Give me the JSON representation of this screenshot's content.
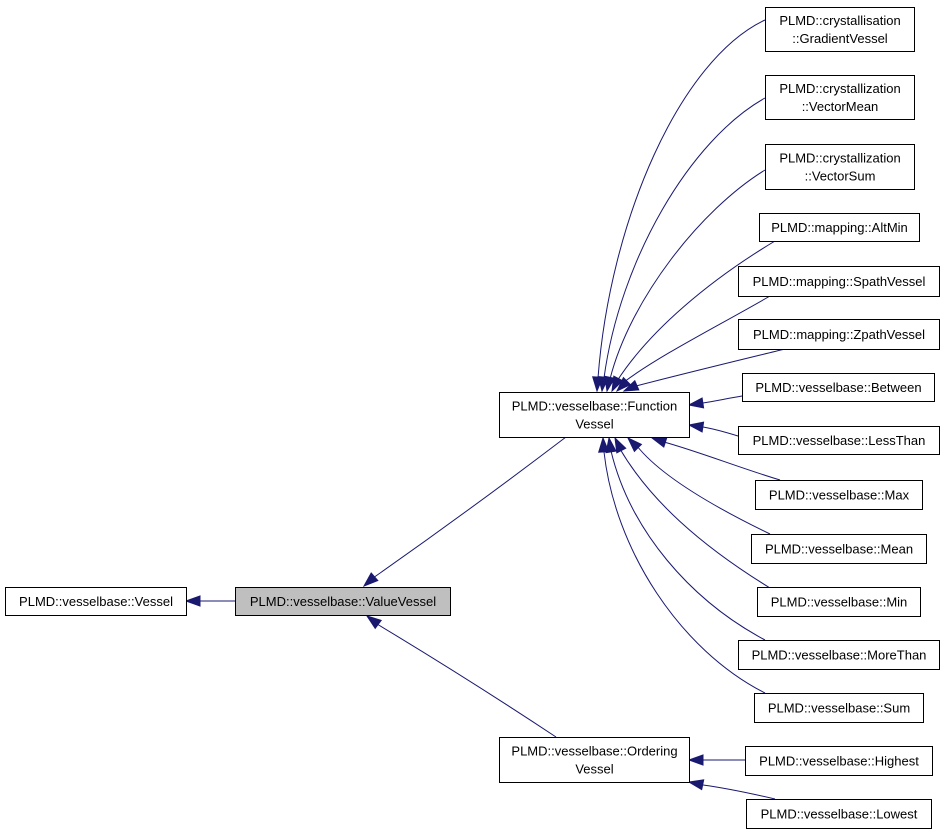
{
  "diagram": {
    "nodes": [
      {
        "id": "vessel",
        "lines": [
          "PLMD::vesselbase::Vessel"
        ]
      },
      {
        "id": "value_vessel",
        "lines": [
          "PLMD::vesselbase::ValueVessel"
        ],
        "highlight": true
      },
      {
        "id": "function_vessel",
        "lines": [
          "PLMD::vesselbase::Function",
          "Vessel"
        ]
      },
      {
        "id": "ordering_vessel",
        "lines": [
          "PLMD::vesselbase::Ordering",
          "Vessel"
        ]
      },
      {
        "id": "gradient_vessel",
        "lines": [
          "PLMD::crystallisation",
          "::GradientVessel"
        ]
      },
      {
        "id": "vector_mean",
        "lines": [
          "PLMD::crystallization",
          "::VectorMean"
        ]
      },
      {
        "id": "vector_sum",
        "lines": [
          "PLMD::crystallization",
          "::VectorSum"
        ]
      },
      {
        "id": "alt_min",
        "lines": [
          "PLMD::mapping::AltMin"
        ]
      },
      {
        "id": "spath_vessel",
        "lines": [
          "PLMD::mapping::SpathVessel"
        ]
      },
      {
        "id": "zpath_vessel",
        "lines": [
          "PLMD::mapping::ZpathVessel"
        ]
      },
      {
        "id": "between",
        "lines": [
          "PLMD::vesselbase::Between"
        ]
      },
      {
        "id": "less_than",
        "lines": [
          "PLMD::vesselbase::LessThan"
        ]
      },
      {
        "id": "max",
        "lines": [
          "PLMD::vesselbase::Max"
        ]
      },
      {
        "id": "mean",
        "lines": [
          "PLMD::vesselbase::Mean"
        ]
      },
      {
        "id": "min",
        "lines": [
          "PLMD::vesselbase::Min"
        ]
      },
      {
        "id": "more_than",
        "lines": [
          "PLMD::vesselbase::MoreThan"
        ]
      },
      {
        "id": "sum",
        "lines": [
          "PLMD::vesselbase::Sum"
        ]
      },
      {
        "id": "highest",
        "lines": [
          "PLMD::vesselbase::Highest"
        ]
      },
      {
        "id": "lowest",
        "lines": [
          "PLMD::vesselbase::Lowest"
        ]
      }
    ],
    "edges": [
      {
        "from": "value_vessel",
        "to": "vessel"
      },
      {
        "from": "function_vessel",
        "to": "value_vessel"
      },
      {
        "from": "ordering_vessel",
        "to": "value_vessel"
      },
      {
        "from": "gradient_vessel",
        "to": "function_vessel"
      },
      {
        "from": "vector_mean",
        "to": "function_vessel"
      },
      {
        "from": "vector_sum",
        "to": "function_vessel"
      },
      {
        "from": "alt_min",
        "to": "function_vessel"
      },
      {
        "from": "spath_vessel",
        "to": "function_vessel"
      },
      {
        "from": "zpath_vessel",
        "to": "function_vessel"
      },
      {
        "from": "between",
        "to": "function_vessel"
      },
      {
        "from": "less_than",
        "to": "function_vessel"
      },
      {
        "from": "max",
        "to": "function_vessel"
      },
      {
        "from": "mean",
        "to": "function_vessel"
      },
      {
        "from": "min",
        "to": "function_vessel"
      },
      {
        "from": "more_than",
        "to": "function_vessel"
      },
      {
        "from": "sum",
        "to": "function_vessel"
      },
      {
        "from": "highest",
        "to": "ordering_vessel"
      },
      {
        "from": "lowest",
        "to": "ordering_vessel"
      }
    ],
    "colors": {
      "edge": "#191970",
      "highlight_fill": "#bfbfbf",
      "node_border": "#000000"
    }
  }
}
